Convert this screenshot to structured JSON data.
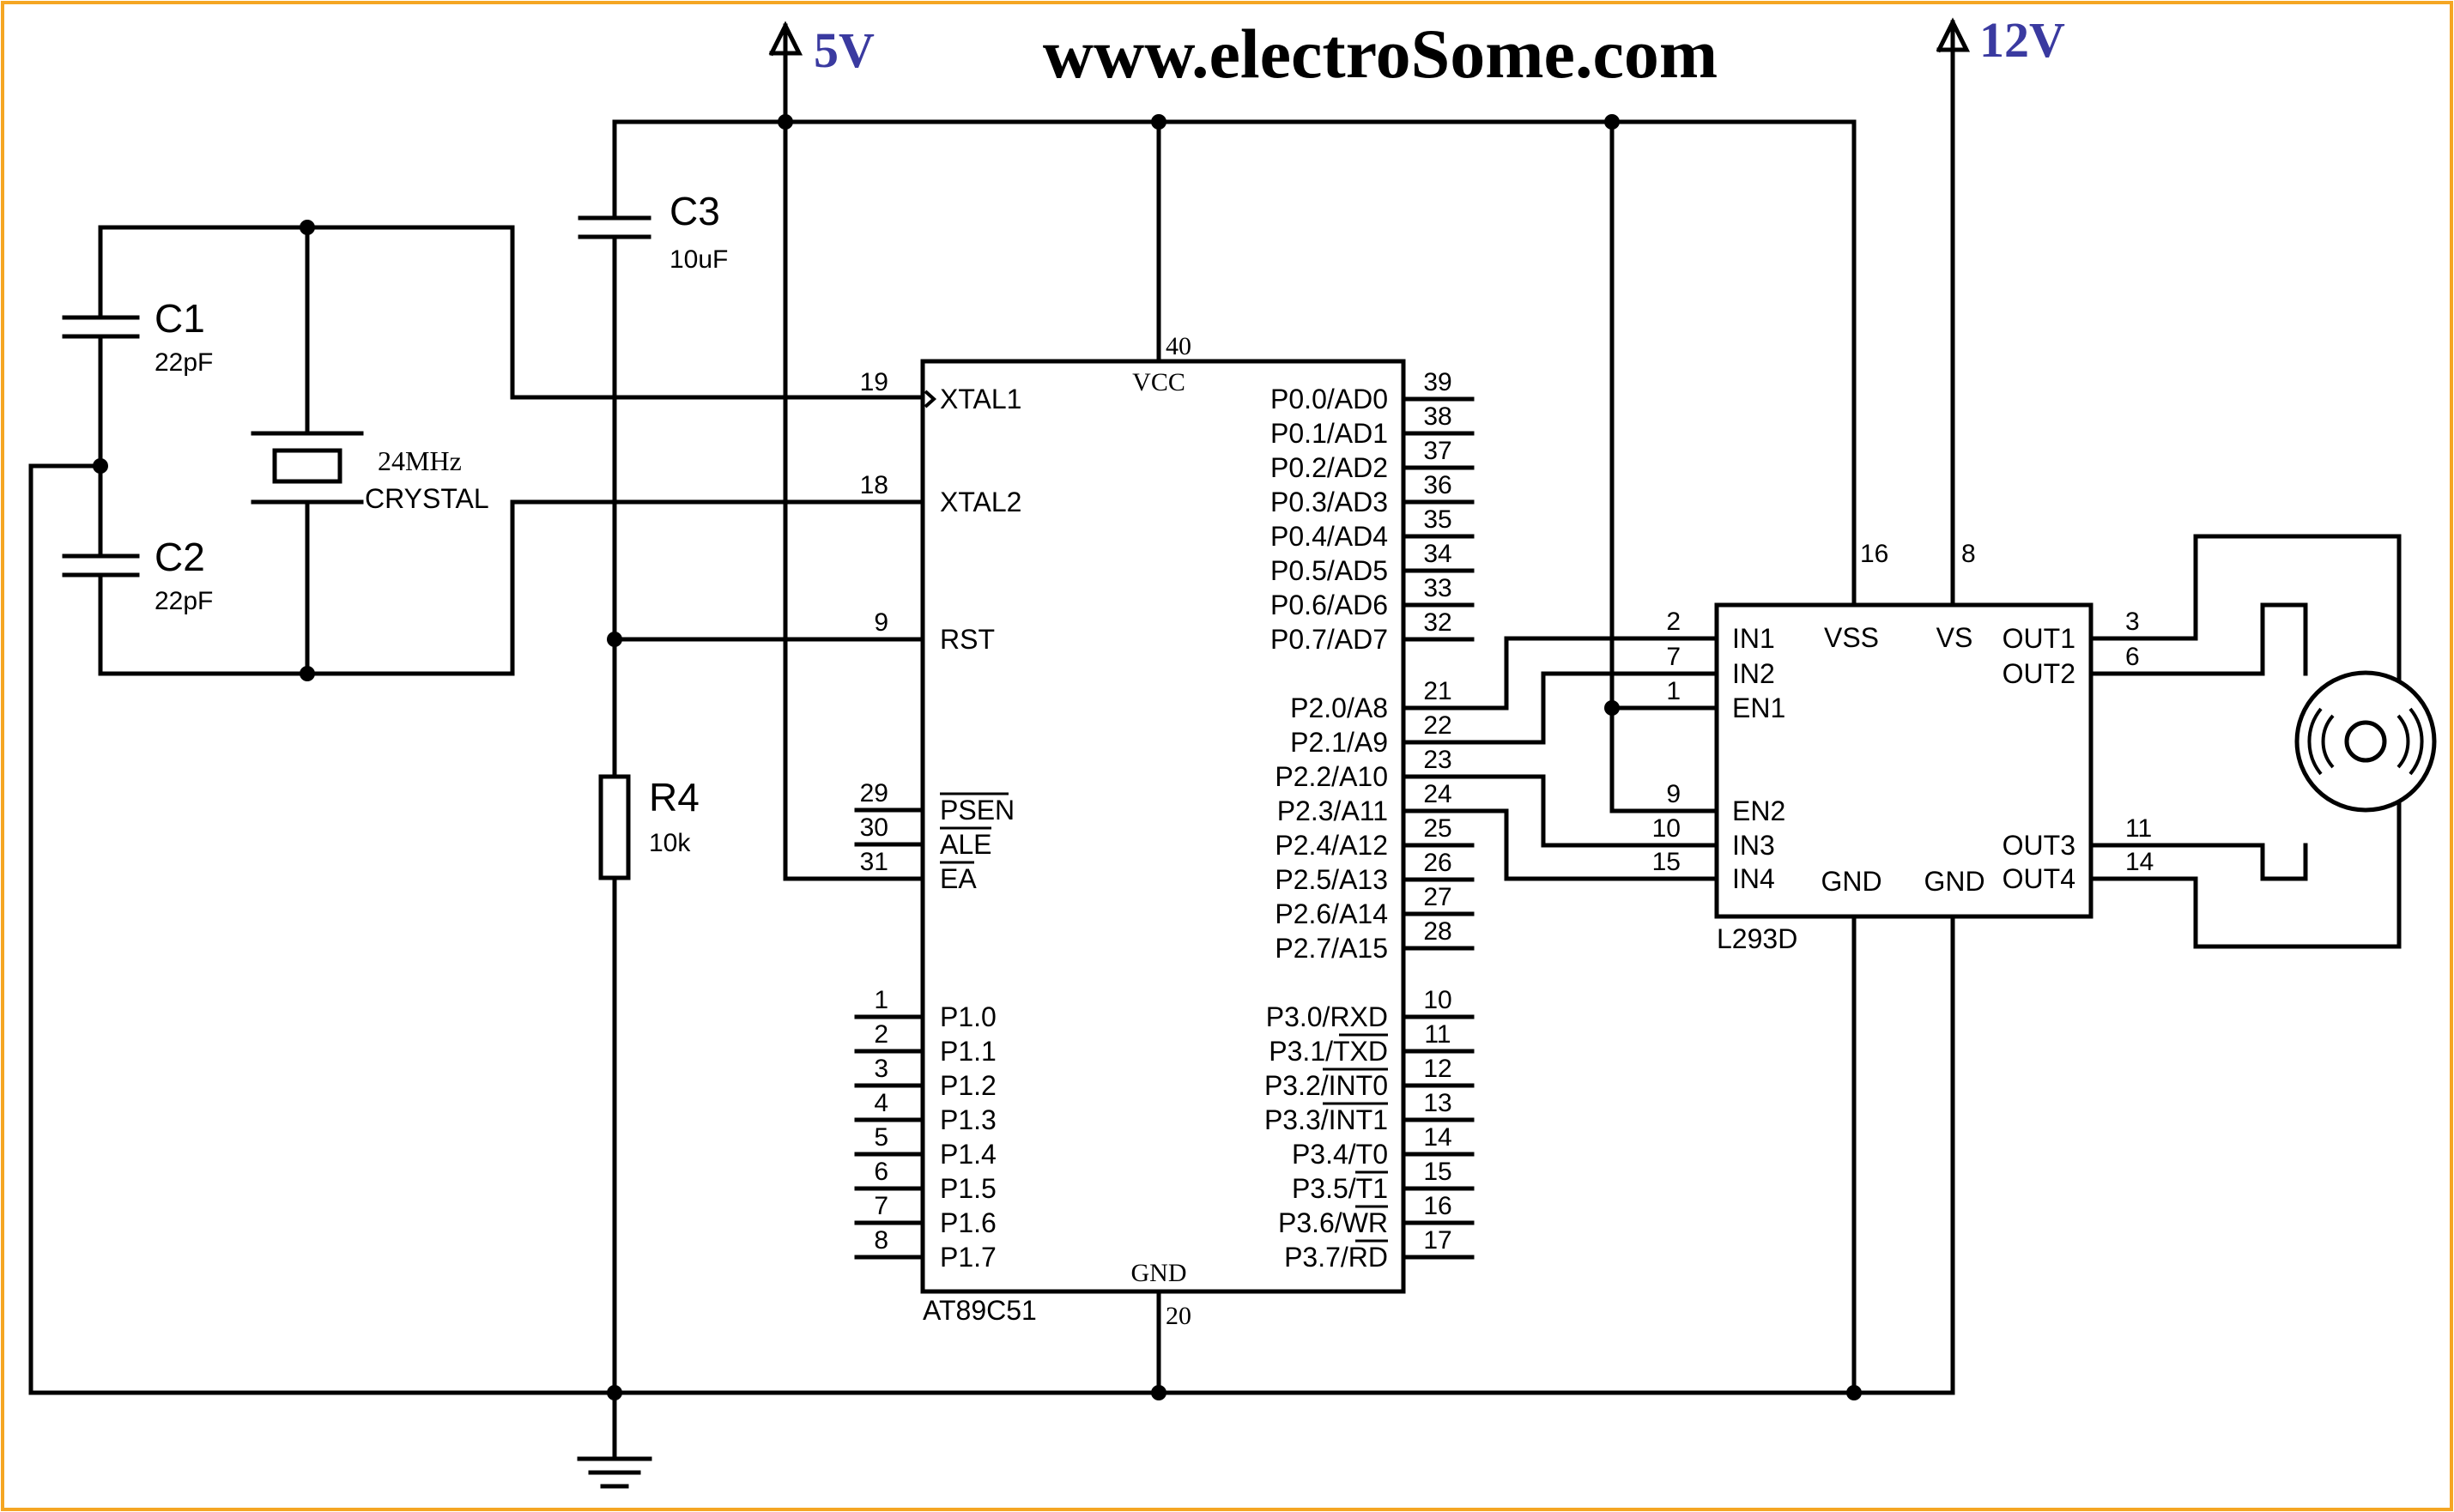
{
  "website": "www.electroSome.com",
  "colors": {
    "border": "#f5a623",
    "rail_label": "#3a3aa0",
    "ink": "#000000"
  },
  "rails": {
    "vcc5": "5V",
    "vcc12": "12V"
  },
  "crystal": {
    "freq": "24MHz",
    "label": "CRYSTAL"
  },
  "caps": [
    {
      "name": "C1",
      "value": "22pF"
    },
    {
      "name": "C2",
      "value": "22pF"
    },
    {
      "name": "C3",
      "value": "10uF"
    }
  ],
  "resistor": {
    "name": "R4",
    "value": "10k"
  },
  "mcu": {
    "part": "AT89C51",
    "vcc_label": "VCC",
    "vcc_pin": "40",
    "gnd_label": "GND",
    "gnd_pin": "20",
    "left_pins": [
      {
        "num": "19",
        "label": "XTAL1"
      },
      {
        "num": "18",
        "label": "XTAL2"
      },
      {
        "num": "9",
        "label": "RST"
      },
      {
        "num": "29",
        "label": "PSEN"
      },
      {
        "num": "30",
        "label": "ALE"
      },
      {
        "num": "31",
        "label": "EA"
      },
      {
        "num": "1",
        "label": "P1.0"
      },
      {
        "num": "2",
        "label": "P1.1"
      },
      {
        "num": "3",
        "label": "P1.2"
      },
      {
        "num": "4",
        "label": "P1.3"
      },
      {
        "num": "5",
        "label": "P1.4"
      },
      {
        "num": "6",
        "label": "P1.5"
      },
      {
        "num": "7",
        "label": "P1.6"
      },
      {
        "num": "8",
        "label": "P1.7"
      }
    ],
    "right_pins": [
      {
        "num": "39",
        "label": "P0.0/AD0"
      },
      {
        "num": "38",
        "label": "P0.1/AD1"
      },
      {
        "num": "37",
        "label": "P0.2/AD2"
      },
      {
        "num": "36",
        "label": "P0.3/AD3"
      },
      {
        "num": "35",
        "label": "P0.4/AD4"
      },
      {
        "num": "34",
        "label": "P0.5/AD5"
      },
      {
        "num": "33",
        "label": "P0.6/AD6"
      },
      {
        "num": "32",
        "label": "P0.7/AD7"
      },
      {
        "num": "21",
        "label": "P2.0/A8"
      },
      {
        "num": "22",
        "label": "P2.1/A9"
      },
      {
        "num": "23",
        "label": "P2.2/A10"
      },
      {
        "num": "24",
        "label": "P2.3/A11"
      },
      {
        "num": "25",
        "label": "P2.4/A12"
      },
      {
        "num": "26",
        "label": "P2.5/A13"
      },
      {
        "num": "27",
        "label": "P2.6/A14"
      },
      {
        "num": "28",
        "label": "P2.7/A15"
      },
      {
        "num": "10",
        "label": "P3.0/RXD"
      },
      {
        "num": "11",
        "label": "P3.1/TXD"
      },
      {
        "num": "12",
        "label": "P3.2/INT0"
      },
      {
        "num": "13",
        "label": "P3.3/INT1"
      },
      {
        "num": "14",
        "label": "P3.4/T0"
      },
      {
        "num": "15",
        "label": "P3.5/T1"
      },
      {
        "num": "16",
        "label": "P3.6/WR"
      },
      {
        "num": "17",
        "label": "P3.7/RD"
      }
    ]
  },
  "driver": {
    "part": "L293D",
    "top_labels": [
      {
        "label": "VSS",
        "pin": "16"
      },
      {
        "label": "VS",
        "pin": "8"
      }
    ],
    "bottom_labels": [
      "GND",
      "GND"
    ],
    "left_pins": [
      {
        "num": "2",
        "label": "IN1"
      },
      {
        "num": "7",
        "label": "IN2"
      },
      {
        "num": "1",
        "label": "EN1"
      },
      {
        "num": "9",
        "label": "EN2"
      },
      {
        "num": "10",
        "label": "IN3"
      },
      {
        "num": "15",
        "label": "IN4"
      }
    ],
    "right_pins": [
      {
        "num": "3",
        "label": "OUT1"
      },
      {
        "num": "6",
        "label": "OUT2"
      },
      {
        "num": "11",
        "label": "OUT3"
      },
      {
        "num": "14",
        "label": "OUT4"
      }
    ]
  }
}
